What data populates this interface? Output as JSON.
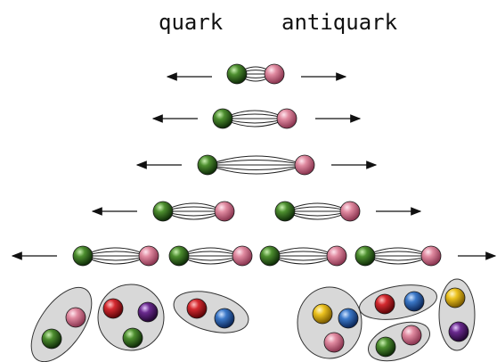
{
  "labels": {
    "quark": "quark",
    "antiquark": "antiquark"
  },
  "colors": {
    "quark_green": "#2f6b1f",
    "antiquark_pink": "#d9798f",
    "red": "#c41f2a",
    "blue": "#2a67b5",
    "purple": "#5a1c7a",
    "yellow": "#e0b51a",
    "flux_line": "#222222",
    "hadron_fill": "#d8d8d8",
    "arrow": "#111111"
  },
  "stages": [
    {
      "pairs": 1,
      "stretch": "short"
    },
    {
      "pairs": 1,
      "stretch": "medium"
    },
    {
      "pairs": 1,
      "stretch": "long"
    },
    {
      "pairs": 2,
      "stretch": "medium"
    },
    {
      "pairs": 4,
      "stretch": "medium"
    }
  ],
  "hadrons": [
    {
      "kind": "meson",
      "quarks": [
        "pink",
        "green"
      ]
    },
    {
      "kind": "baryon",
      "quarks": [
        "red",
        "purple",
        "green"
      ]
    },
    {
      "kind": "meson",
      "quarks": [
        "red",
        "blue"
      ]
    },
    {
      "kind": "baryon",
      "quarks": [
        "yellow",
        "blue",
        "pink"
      ]
    },
    {
      "kind": "meson",
      "quarks": [
        "red",
        "blue"
      ]
    },
    {
      "kind": "meson",
      "quarks": [
        "green",
        "pink"
      ]
    },
    {
      "kind": "meson",
      "quarks": [
        "yellow",
        "purple"
      ]
    }
  ]
}
